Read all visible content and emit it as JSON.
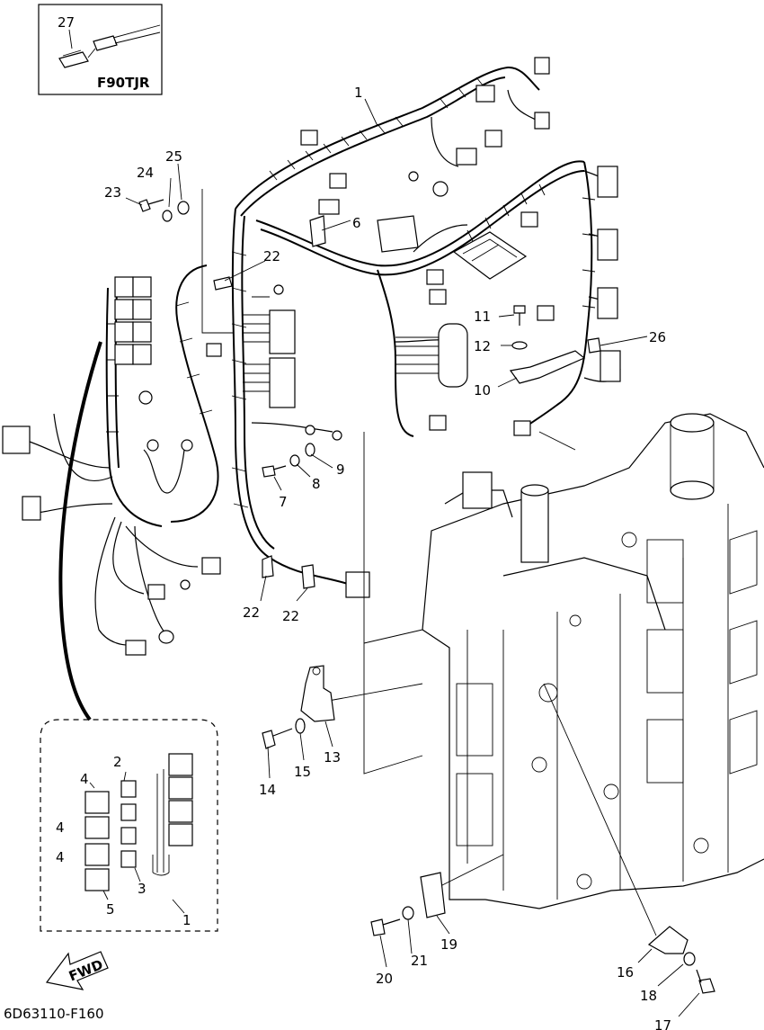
{
  "inset_model": "F90TJR",
  "drawing_code": "6D63110-F160",
  "fwd_label": "FWD",
  "callouts": {
    "c1_main": "1",
    "c1_detail": "1",
    "c2": "2",
    "c3": "3",
    "c4a": "4",
    "c4b": "4",
    "c4c": "4",
    "c5": "5",
    "c6": "6",
    "c7": "7",
    "c8": "8",
    "c9": "9",
    "c10": "10",
    "c11": "11",
    "c12": "12",
    "c13": "13",
    "c14": "14",
    "c15": "15",
    "c16": "16",
    "c17": "17",
    "c18": "18",
    "c19": "19",
    "c20": "20",
    "c21": "21",
    "c22a": "22",
    "c22b": "22",
    "c22c": "22",
    "c23": "23",
    "c24": "24",
    "c25": "25",
    "c26": "26",
    "c27": "27"
  }
}
